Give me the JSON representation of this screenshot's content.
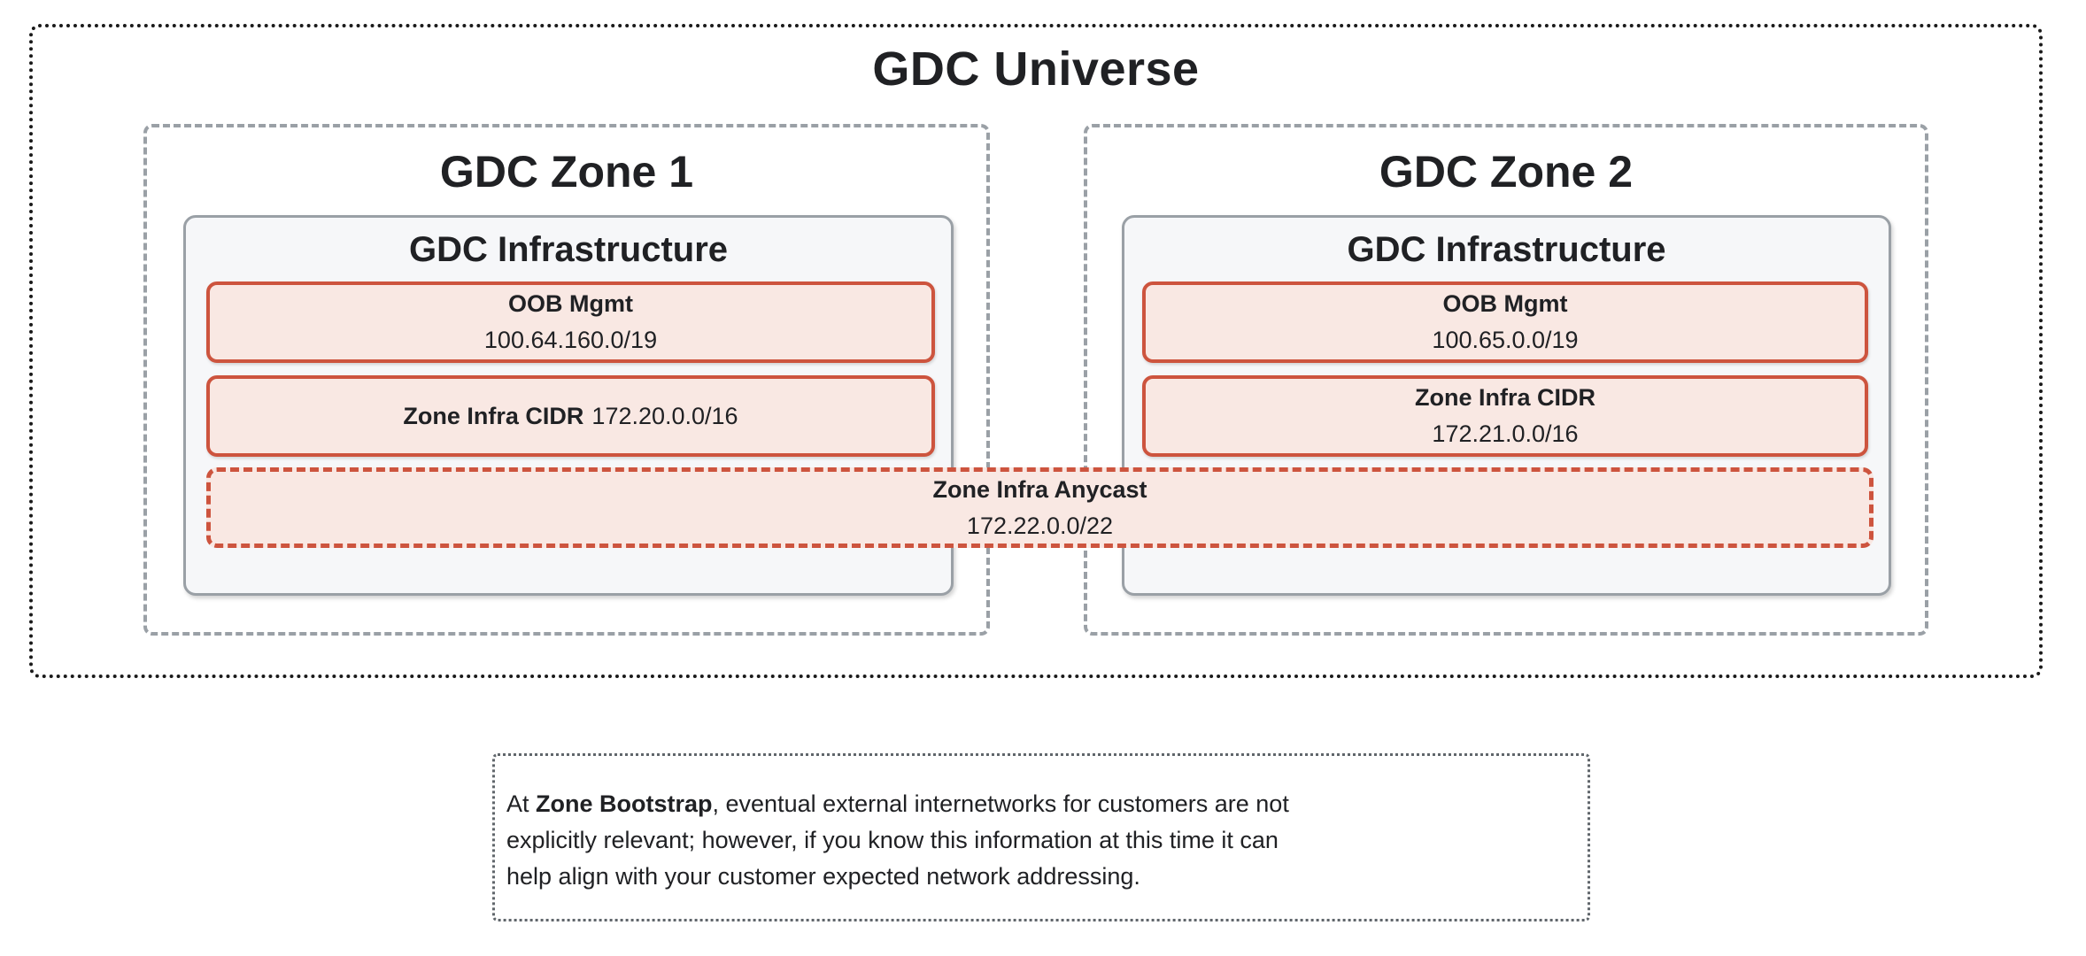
{
  "universe": {
    "title": "GDC Universe"
  },
  "zones": [
    {
      "title": "GDC Zone 1",
      "infrastructure": {
        "title": "GDC Infrastructure",
        "oob": {
          "label": "OOB Mgmt",
          "cidr": "100.64.160.0/19"
        },
        "zone_infra": {
          "label": "Zone Infra CIDR",
          "cidr": "172.20.0.0/16"
        }
      }
    },
    {
      "title": "GDC Zone 2",
      "infrastructure": {
        "title": "GDC Infrastructure",
        "oob": {
          "label": "OOB Mgmt",
          "cidr": "100.65.0.0/19"
        },
        "zone_infra": {
          "label": "Zone Infra CIDR",
          "cidr": "172.21.0.0/16"
        }
      }
    }
  ],
  "anycast": {
    "label": "Zone Infra Anycast",
    "cidr": "172.22.0.0/22"
  },
  "note": {
    "line1_prefix": "At ",
    "line1_bold": "Zone Bootstrap",
    "line1_suffix": ", eventual external internetworks for customers are not",
    "line2": "explicitly relevant; however, if you know this information at this time it can",
    "line3": "help align with your customer expected network addressing."
  },
  "colors": {
    "accent_red": "#CD543E",
    "fill_pink": "#F9E8E3",
    "gray_border": "#9AA0A6",
    "infra_fill": "#F6F7F9",
    "outer_dot": "#1A1A1A",
    "note_dot": "#60666B",
    "text_color": "#202124"
  }
}
